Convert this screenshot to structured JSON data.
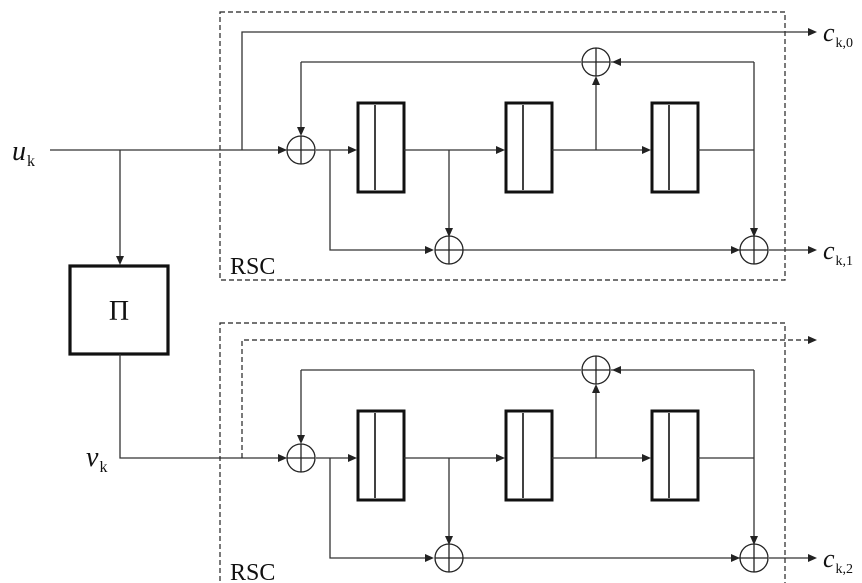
{
  "inputs": {
    "u_main": "u",
    "u_sub": "k",
    "v_main": "v",
    "v_sub": "k"
  },
  "outputs": {
    "c0_main": "c",
    "c0_sub": "k,0",
    "c1_main": "c",
    "c1_sub": "k,1",
    "c2_main": "c",
    "c2_sub": "k,2"
  },
  "encoder_top": {
    "label": "RSC"
  },
  "encoder_bottom": {
    "label": "RSC"
  },
  "interleaver": {
    "label": "Π"
  }
}
